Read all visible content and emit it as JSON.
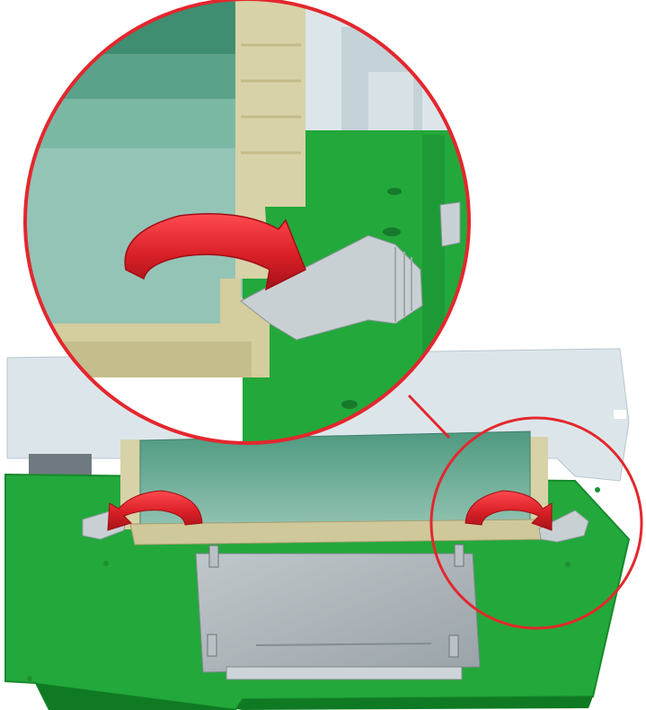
{
  "figure": {
    "kind": "technical-illustration",
    "subject": "memory-module-latch-release",
    "callout_count": 1,
    "arrow_count": 3
  },
  "colors": {
    "board_green": "#23a83b",
    "board_dark": "#178a2c",
    "board_shadow": "#0f7a23",
    "chassis_light": "#dce6ea",
    "chassis_mid": "#c5d3d9",
    "module_teal": "#7fb7a4",
    "module_dark_teal": "#4e9a80",
    "module_edge": "#d8d2a8",
    "latch_gray": "#c9d0d3",
    "arrow_red": "#d81f26",
    "callout_red": "#e3272e",
    "plate_gray": "#aeb6bb"
  }
}
